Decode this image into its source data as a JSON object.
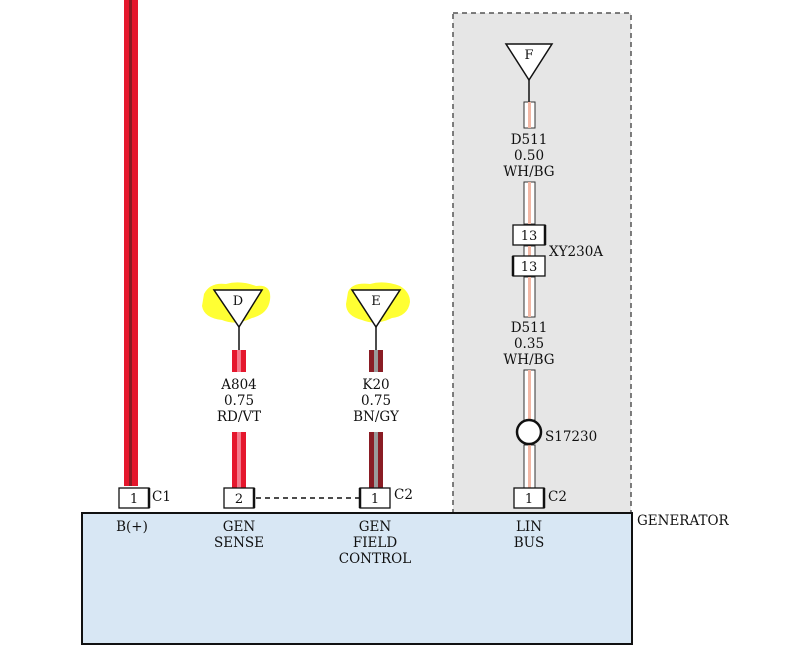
{
  "diagram": {
    "wires": {
      "bplus": {},
      "a804": {
        "circuit": "A804",
        "size": "0.75",
        "color": "RD/VT"
      },
      "k20": {
        "circuit": "K20",
        "size": "0.75",
        "color": "BN/GY"
      },
      "d511_upper": {
        "circuit": "D511",
        "size": "0.50",
        "color": "WH/BG"
      },
      "d511_lower": {
        "circuit": "D511",
        "size": "0.35",
        "color": "WH/BG"
      }
    },
    "ground_refs": {
      "d": "D",
      "e": "E",
      "f": "F"
    },
    "inline_connector": {
      "name": "XY230A",
      "pin_top": "13",
      "pin_bottom": "13"
    },
    "splice": {
      "name": "S17230"
    },
    "pins": {
      "bplus": {
        "num": "1",
        "conn": "C1"
      },
      "gen_sense": {
        "num": "2"
      },
      "gen_field": {
        "num": "1",
        "conn": "C2"
      },
      "lin": {
        "num": "1",
        "conn": "C2"
      }
    },
    "component": {
      "name": "GENERATOR",
      "terminals": {
        "bplus": {
          "line1": "B(+)"
        },
        "gen_sense": {
          "line1": "GEN",
          "line2": "SENSE"
        },
        "gen_field": {
          "line1": "GEN",
          "line2": "FIELD",
          "line3": "CONTROL"
        },
        "lin": {
          "line1": "LIN",
          "line2": "BUS"
        }
      }
    },
    "colors": {
      "red": "#e5172d",
      "pink_stripe": "#f47a8c",
      "brown": "#8a1c24",
      "gray_stripe": "#9a9a9a",
      "white_stripe": "#f2b7a5",
      "highlight": "#ffff33",
      "module_fill": "#d8e7f4",
      "shaded_box": "#e6e6e6"
    }
  }
}
